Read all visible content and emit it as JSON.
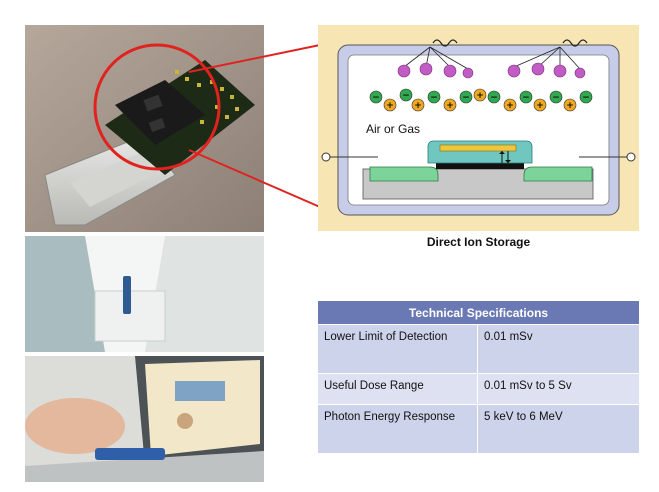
{
  "diagram": {
    "label": "Air or Gas",
    "caption": "Direct Ion Storage",
    "ions_negative_symbol": "−",
    "ions_positive_symbol": "+"
  },
  "table": {
    "header": "Technical Specifications",
    "rows": [
      {
        "label": "Lower Limit of Detection",
        "value": "0.01 mSv"
      },
      {
        "label": "Useful Dose Range",
        "value": "0.01 mSv to 5 Sv"
      },
      {
        "label": "Photon Energy Response",
        "value": "5 keV to 6 MeV"
      }
    ]
  },
  "colors": {
    "header_bg": "#6a79b3",
    "row_bg": "#cdd3ea",
    "diagram_bg": "#f7e6b4",
    "callout_red": "#e0231f",
    "positive_ion": "#f0a81e",
    "negative_ion": "#2fa84f",
    "radiation_particle": "#c05cc4"
  }
}
